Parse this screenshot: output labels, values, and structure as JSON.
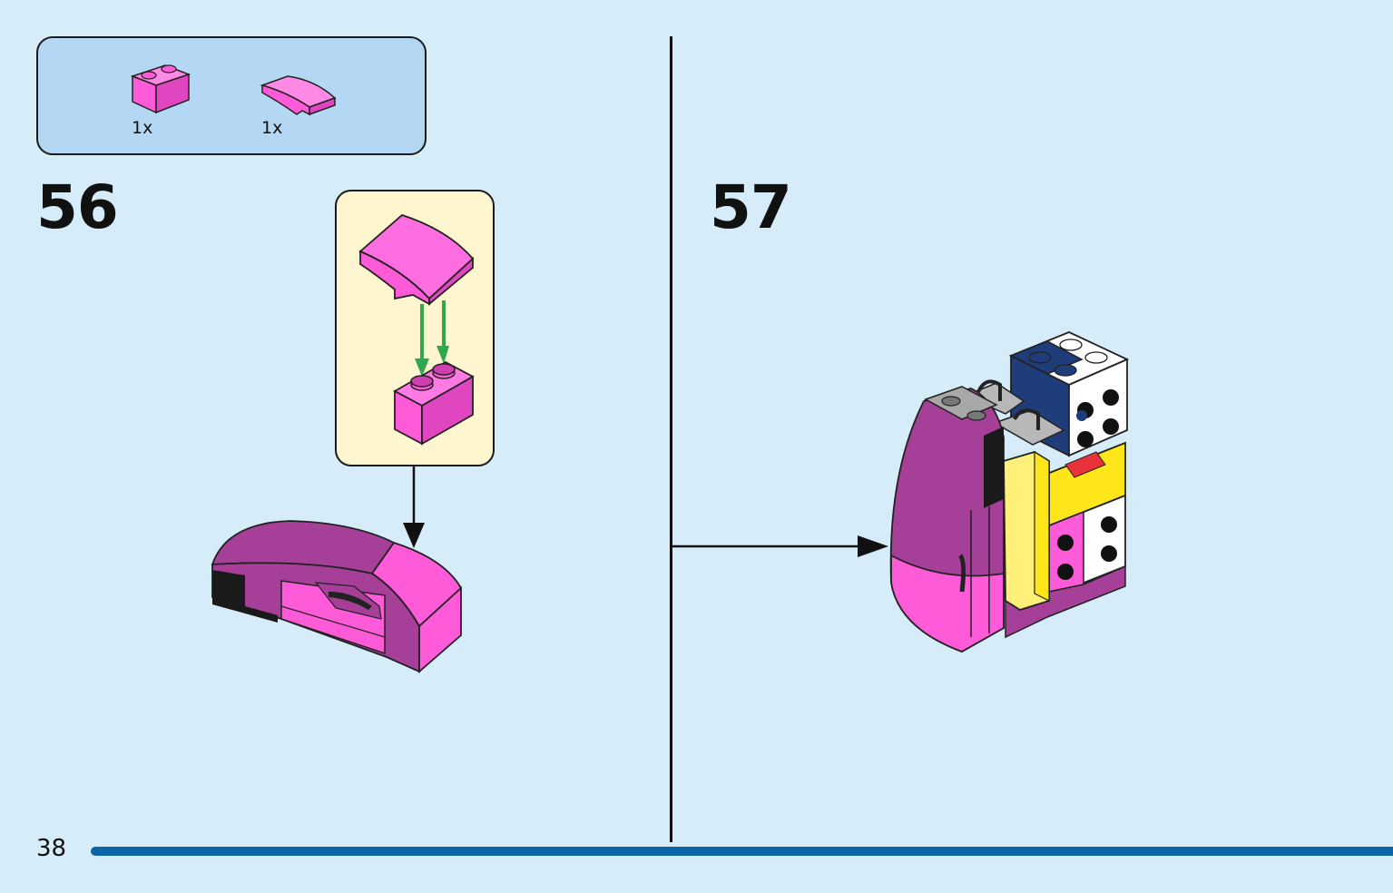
{
  "parts_list": {
    "items": [
      {
        "icon": "pink-brick-1x2-icon",
        "quantity": "1x",
        "color": "#ff5ad8"
      },
      {
        "icon": "pink-curved-slope-icon",
        "quantity": "1x",
        "color": "#ff5ad8"
      }
    ]
  },
  "steps": [
    {
      "number": "56"
    },
    {
      "number": "57"
    }
  ],
  "page": {
    "number": "38"
  },
  "colors": {
    "background": "#d6ecf9",
    "parts_box": "#b4d8f4",
    "callout": "#fff6cf",
    "accent_bar": "#0b64a8",
    "brick_pink": "#ff5ad8",
    "brick_magenta": "#a63f98",
    "brick_navy": "#1f3d7a",
    "brick_yellow": "#ffe61a",
    "arrow_green": "#2fa84f"
  }
}
